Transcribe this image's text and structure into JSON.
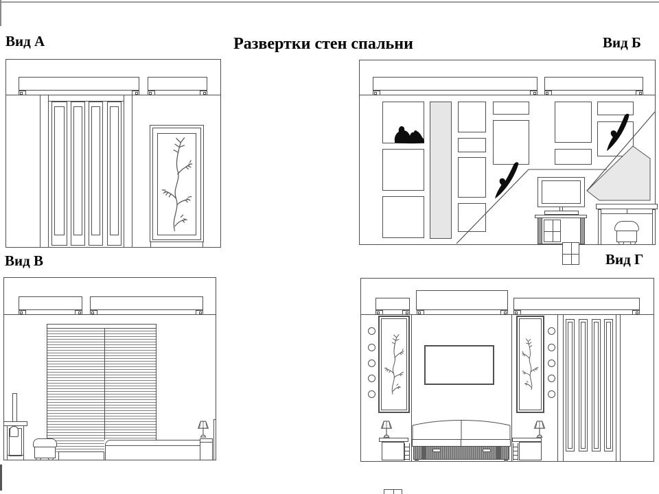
{
  "slide": {
    "title": "Развертки стен спальни"
  },
  "views": {
    "a": {
      "label": "Вид А"
    },
    "b": {
      "label": "Вид Б"
    },
    "v": {
      "label": "Вид В"
    },
    "g": {
      "label": "Вид Г"
    }
  },
  "colors": {
    "line": "#4f4f4f",
    "line-soft": "#7d7d7d",
    "panel-fill": "#e8e8e8",
    "column-fill": "#e6e6e6",
    "bed-base": "#969696",
    "bed-base-stripe": "#6a6a6a",
    "silhouette": "#0d0d0d",
    "frame-edge": "#9b9b9b"
  }
}
